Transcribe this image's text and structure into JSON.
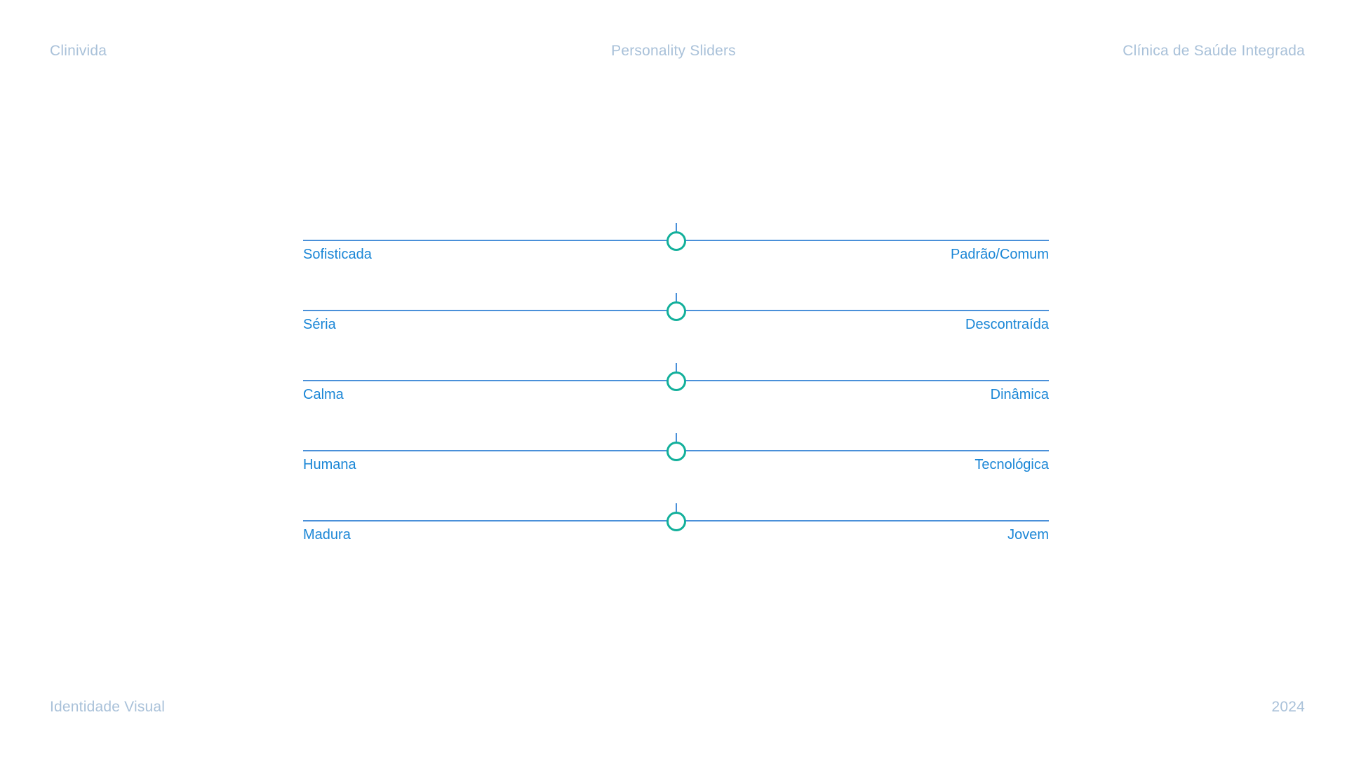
{
  "header": {
    "brand": "Clinivida",
    "title": "Personality Sliders",
    "subtitle": "Clínica de Saúde Integrada"
  },
  "footer": {
    "left": "Identidade Visual",
    "right": "2024"
  },
  "colors": {
    "track": "#4a90d9",
    "knob": "#12b09b",
    "label": "#1a86d6",
    "corner_text": "#a9c1d9"
  },
  "sliders": [
    {
      "left_label": "Sofisticada",
      "right_label": "Padrão/Comum",
      "value": 0.5
    },
    {
      "left_label": "Séria",
      "right_label": "Descontraída",
      "value": 0.5
    },
    {
      "left_label": "Calma",
      "right_label": "Dinâmica",
      "value": 0.5
    },
    {
      "left_label": "Humana",
      "right_label": "Tecnológica",
      "value": 0.5
    },
    {
      "left_label": "Madura",
      "right_label": "Jovem",
      "value": 0.5
    }
  ]
}
